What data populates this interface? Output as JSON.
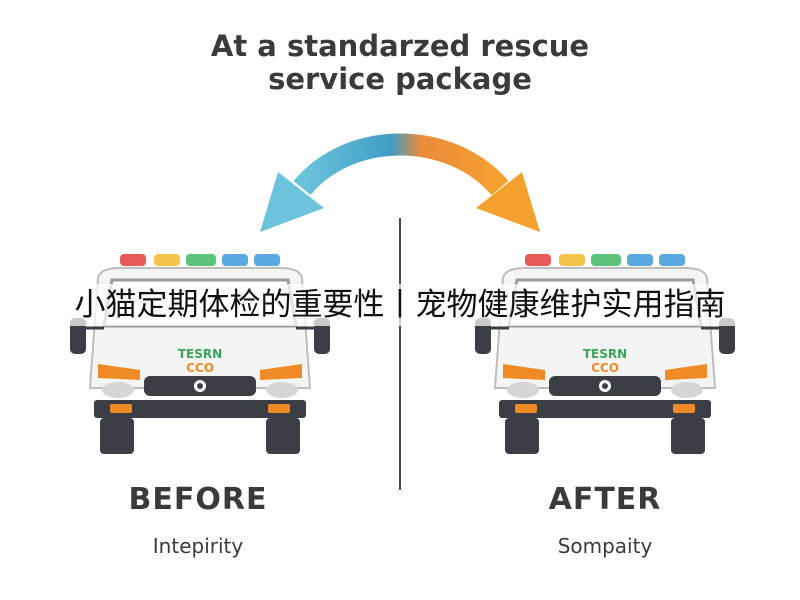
{
  "title": {
    "line1": "At a standarzed rescue",
    "line2": "service package"
  },
  "panels": [
    {
      "heading": "BEFORE",
      "subheading": "Intepirity",
      "van_text_top": "TESRN",
      "van_text_bottom": "CCO"
    },
    {
      "heading": "AFTER",
      "subheading": "Sompaity",
      "van_text_top": "TESRN",
      "van_text_bottom": "CCO"
    }
  ],
  "overlay_caption": "小猫定期体检的重要性丨宠物健康维护实用指南",
  "colors": {
    "arrow_start": "#5bbcd6",
    "arrow_end": "#f49a2a",
    "van_green": "#3aa55a",
    "van_orange": "#f08a24",
    "van_dark": "#3b3f45",
    "siren": [
      "#e85a5a",
      "#f3c34a",
      "#5cc47a",
      "#5aa8e0",
      "#5aa8e0"
    ]
  },
  "icons": [
    "double-arrow-icon",
    "ambulance-van-icon"
  ]
}
